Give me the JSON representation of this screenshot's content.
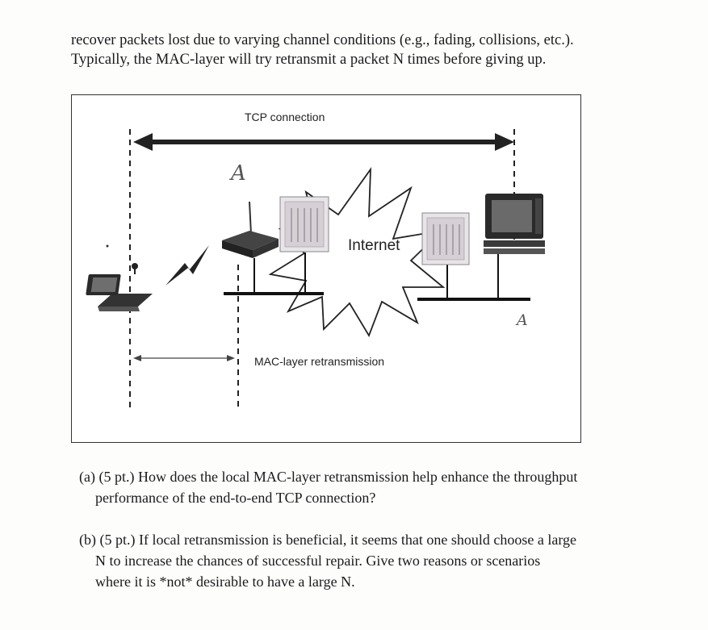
{
  "intro": {
    "line1": "recover packets lost due to varying channel conditions (e.g., fading, collisions, etc.).",
    "line2": "Typically, the MAC-layer will try retransmit a packet N times before giving up."
  },
  "figure": {
    "tcp_label": "TCP connection",
    "internet_label": "Internet",
    "mac_label": "MAC-layer retransmission",
    "handwritten_a_top": "A",
    "handwritten_a_bottom": "A"
  },
  "questions": {
    "a_line1": "(a) (5 pt.) How does the local MAC-layer retransmission help enhance the throughput",
    "a_line2": "performance of the end-to-end TCP connection?",
    "b_line1": "(b) (5 pt.) If local retransmission is beneficial, it seems that one should choose a large",
    "b_line2": "N to increase the chances of successful repair. Give two reasons or scenarios",
    "b_line3": "where it is *not* desirable to have a large N."
  }
}
